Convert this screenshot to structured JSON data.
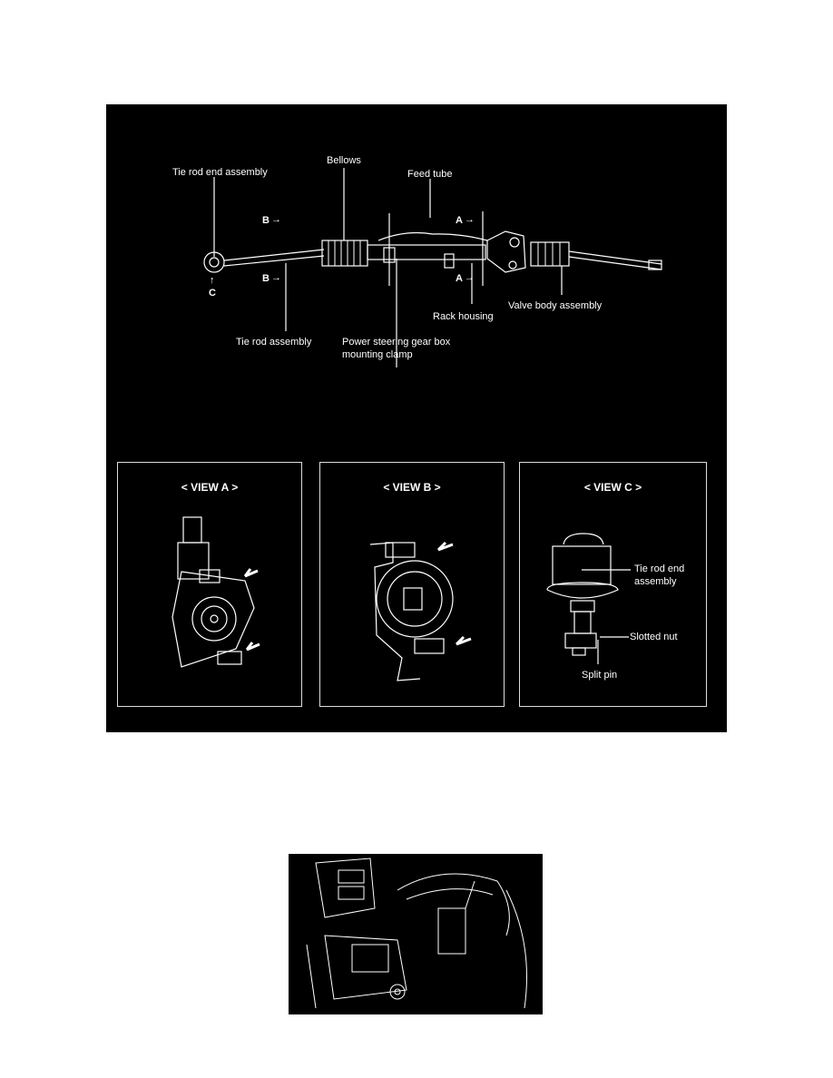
{
  "main_figure": {
    "labels": {
      "tie_rod_end": "Tie rod end assembly",
      "bellows": "Bellows",
      "feed_tube": "Feed tube",
      "b_top": "B",
      "b_bottom": "B",
      "a_top": "A",
      "a_bottom": "A",
      "c": "C",
      "tie_rod": "Tie rod assembly",
      "clamp_line1": "Power steering gear box",
      "clamp_line2": "mounting clamp",
      "rack_housing": "Rack housing",
      "valve_body": "Valve body assembly"
    },
    "views": [
      {
        "title": "< VIEW A >"
      },
      {
        "title": "< VIEW B >"
      },
      {
        "title": "< VIEW C >",
        "labels": {
          "tie_rod_end_1": "Tie rod end",
          "tie_rod_end_2": "assembly",
          "slotted_nut": "Slotted nut",
          "split_pin": "Split pin"
        }
      }
    ]
  }
}
